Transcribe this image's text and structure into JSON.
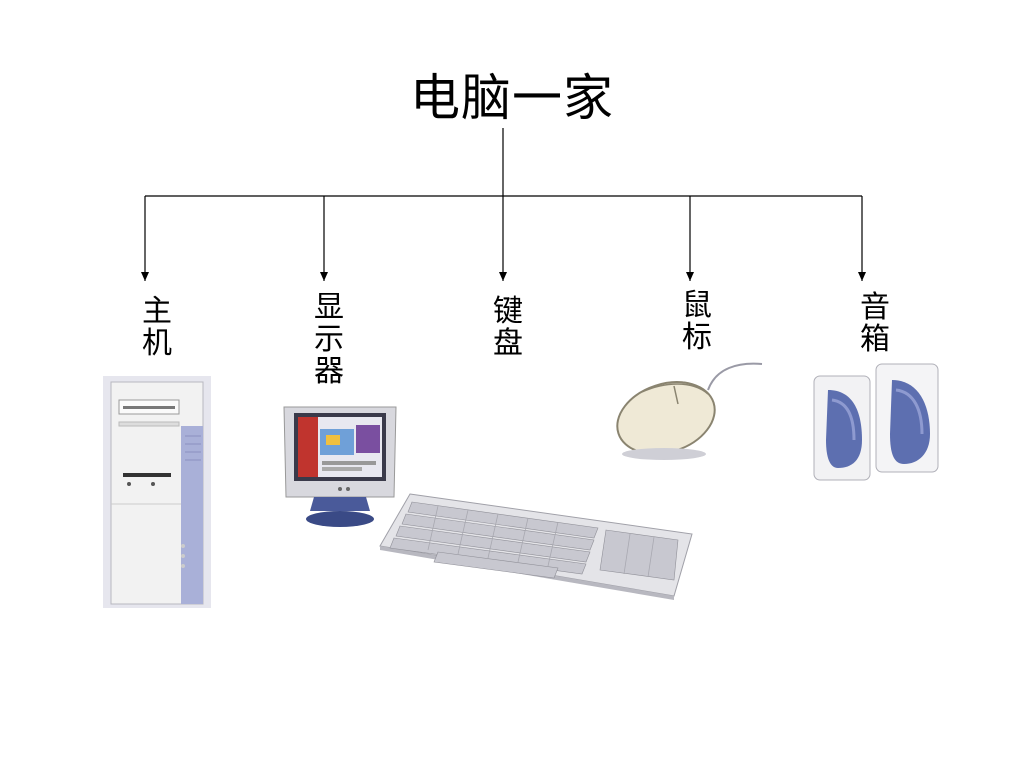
{
  "title": "电脑一家",
  "nodes": [
    {
      "id": "host",
      "label": "主机"
    },
    {
      "id": "monitor",
      "label": "显示器"
    },
    {
      "id": "keyboard",
      "label": "键盘"
    },
    {
      "id": "mouse",
      "label": "鼠标"
    },
    {
      "id": "speaker",
      "label": "音箱"
    }
  ],
  "edges": [
    {
      "from": "title",
      "to": "host"
    },
    {
      "from": "title",
      "to": "monitor"
    },
    {
      "from": "title",
      "to": "keyboard"
    },
    {
      "from": "title",
      "to": "mouse"
    },
    {
      "from": "title",
      "to": "speaker"
    }
  ],
  "images": [
    "computer-tower",
    "crt-monitor",
    "keyboard",
    "mouse",
    "speakers"
  ],
  "colors": {
    "line": "#000000",
    "device_body": "#efefef",
    "device_accent": "#5d6fb0"
  }
}
